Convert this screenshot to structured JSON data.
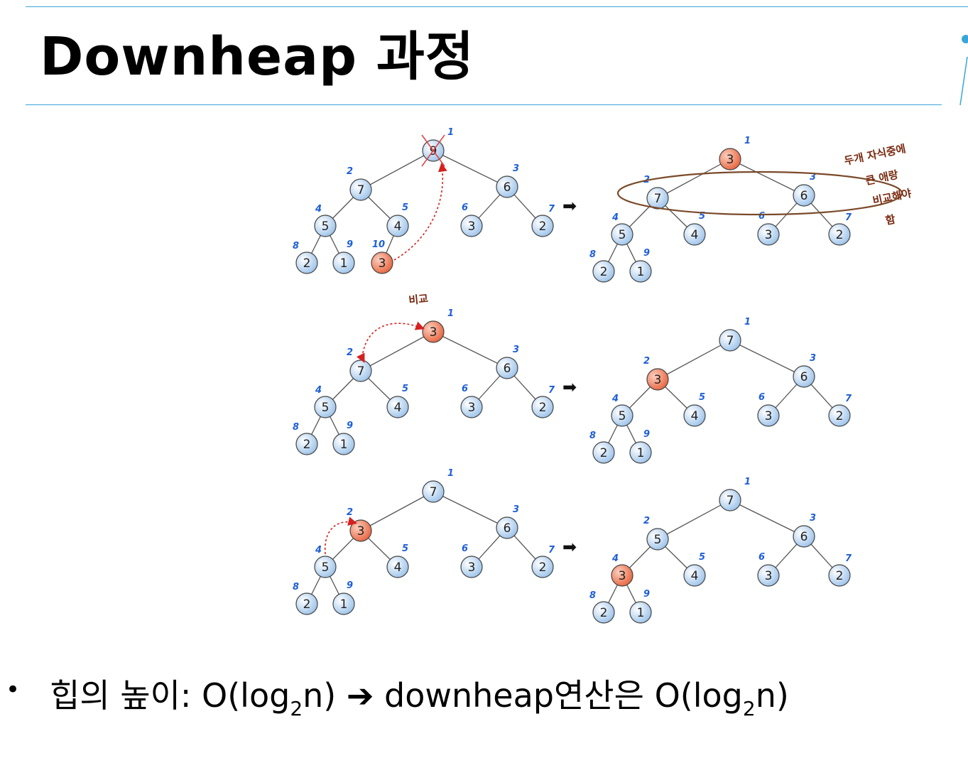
{
  "title": "Downheap 과정",
  "bullet": {
    "symbol": "•",
    "prefix": "힙의 높이: O(log",
    "sub1": "2",
    "middle": "n) ➔ downheap연산은 O(log",
    "sub2": "2",
    "suffix": "n)"
  },
  "annotations": {
    "compare": "비교",
    "note_lines": [
      "두개 자식중에",
      "큰 애랑",
      "비교해야",
      "함"
    ]
  },
  "arrow_glyph": "➡",
  "colors": {
    "rule": "#3aa6d8",
    "node_fill": "#cfe3f7",
    "highlight_fill": "#f28a6a",
    "index_label": "#1f5fd6",
    "dashed_arrow": "#d62020",
    "handwriting": "#7a2a10"
  },
  "steps": [
    {
      "before": [
        "9",
        "7",
        "6",
        "5",
        "4",
        "3",
        "2",
        "2",
        "1",
        "3"
      ],
      "before_highlight": [
        10
      ],
      "before_crossed": [
        1
      ],
      "before_edge_to_10": true,
      "after": [
        "3",
        "7",
        "6",
        "5",
        "4",
        "3",
        "2",
        "2",
        "1"
      ],
      "after_highlight": [
        1
      ]
    },
    {
      "before": [
        "3",
        "7",
        "6",
        "5",
        "4",
        "3",
        "2",
        "2",
        "1"
      ],
      "before_highlight": [
        1
      ],
      "after": [
        "7",
        "3",
        "6",
        "5",
        "4",
        "3",
        "2",
        "2",
        "1"
      ],
      "after_highlight": [
        2
      ]
    },
    {
      "before": [
        "7",
        "3",
        "6",
        "5",
        "4",
        "3",
        "2",
        "2",
        "1"
      ],
      "before_highlight": [
        2
      ],
      "after": [
        "7",
        "5",
        "6",
        "3",
        "4",
        "3",
        "2",
        "2",
        "1"
      ],
      "after_highlight": [
        4
      ]
    }
  ]
}
